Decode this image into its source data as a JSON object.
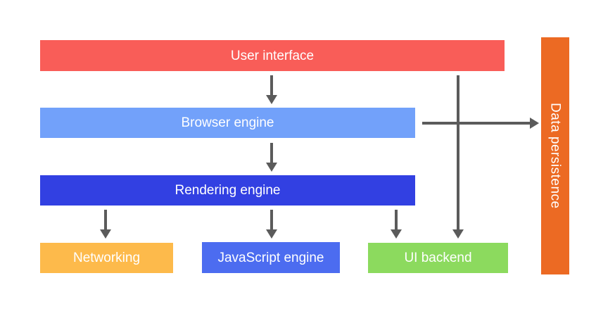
{
  "diagram": {
    "background": "#ffffff",
    "text_color": "#ffffff",
    "arrow_color": "#5b5b5b",
    "nodes": {
      "user_interface": {
        "label": "User interface",
        "color": "#f95d58"
      },
      "browser_engine": {
        "label": "Browser engine",
        "color": "#72a1fa"
      },
      "rendering_engine": {
        "label": "Rendering engine",
        "color": "#3240e2"
      },
      "networking": {
        "label": "Networking",
        "color": "#fdba4b"
      },
      "javascript_engine": {
        "label": "JavaScript engine",
        "color": "#4c6cf0"
      },
      "ui_backend": {
        "label": "UI backend",
        "color": "#8cda5e"
      },
      "data_persistence": {
        "label": "Data persistence",
        "color": "#ec6a23"
      }
    },
    "edges": [
      {
        "from": "user_interface",
        "to": "browser_engine"
      },
      {
        "from": "browser_engine",
        "to": "rendering_engine"
      },
      {
        "from": "rendering_engine",
        "to": "networking"
      },
      {
        "from": "rendering_engine",
        "to": "javascript_engine"
      },
      {
        "from": "rendering_engine",
        "to": "ui_backend"
      },
      {
        "from": "user_interface",
        "to": "ui_backend"
      },
      {
        "from": "browser_engine",
        "to": "data_persistence"
      }
    ]
  }
}
